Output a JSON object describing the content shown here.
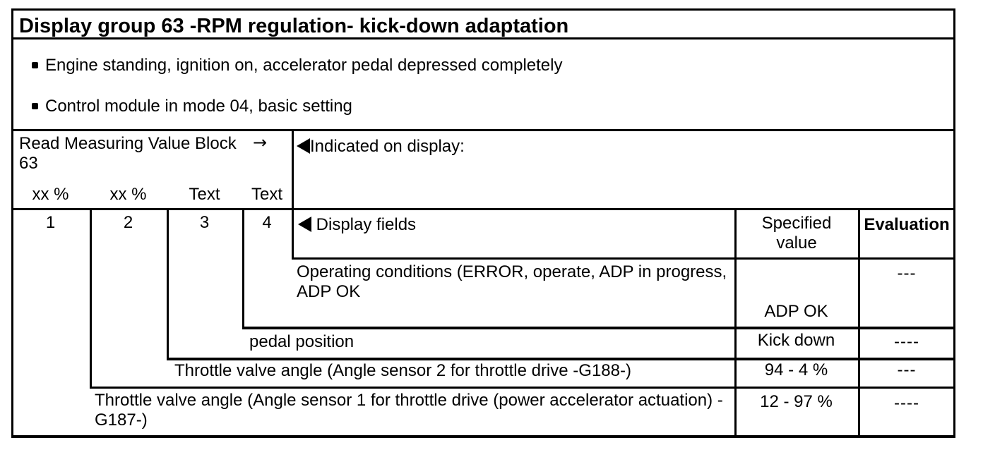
{
  "title": "Display group 63 -RPM regulation- kick-down adaptation",
  "preconditions": [
    {
      "text": "Engine standing, ignition on, accelerator pedal depressed completely"
    },
    {
      "text": "Control module in mode 04, basic setting"
    }
  ],
  "icons": {
    "left_triangle": "◀",
    "right_arrow": "→"
  },
  "measuring_block": {
    "instruction": "Read Measuring Value Block",
    "block_number": "63",
    "column_headers": [
      "xx %",
      "xx %",
      "Text",
      "Text"
    ],
    "field_numbers": [
      "1",
      "2",
      "3",
      "4"
    ],
    "indicated_label": "Indicated on display:",
    "display_fields_label": "Display fields"
  },
  "results_header": {
    "specified_value": "Specified value",
    "evaluation": "Evaluation"
  },
  "rows": [
    {
      "description": "Operating conditions (ERROR, operate, ADP in progress, ADP OK",
      "specified_value": "ADP OK",
      "evaluation": "---"
    },
    {
      "description": "pedal position",
      "specified_value": "Kick down",
      "evaluation": "----"
    },
    {
      "description": "Throttle valve angle (Angle sensor 2 for throttle drive -G188-)",
      "specified_value": "94 - 4 %",
      "evaluation": "---"
    },
    {
      "description": "Throttle valve angle (Angle sensor 1 for throttle drive (power accelerator actuation) - G187-)",
      "specified_value": "12 - 97 %",
      "evaluation": "----"
    }
  ]
}
